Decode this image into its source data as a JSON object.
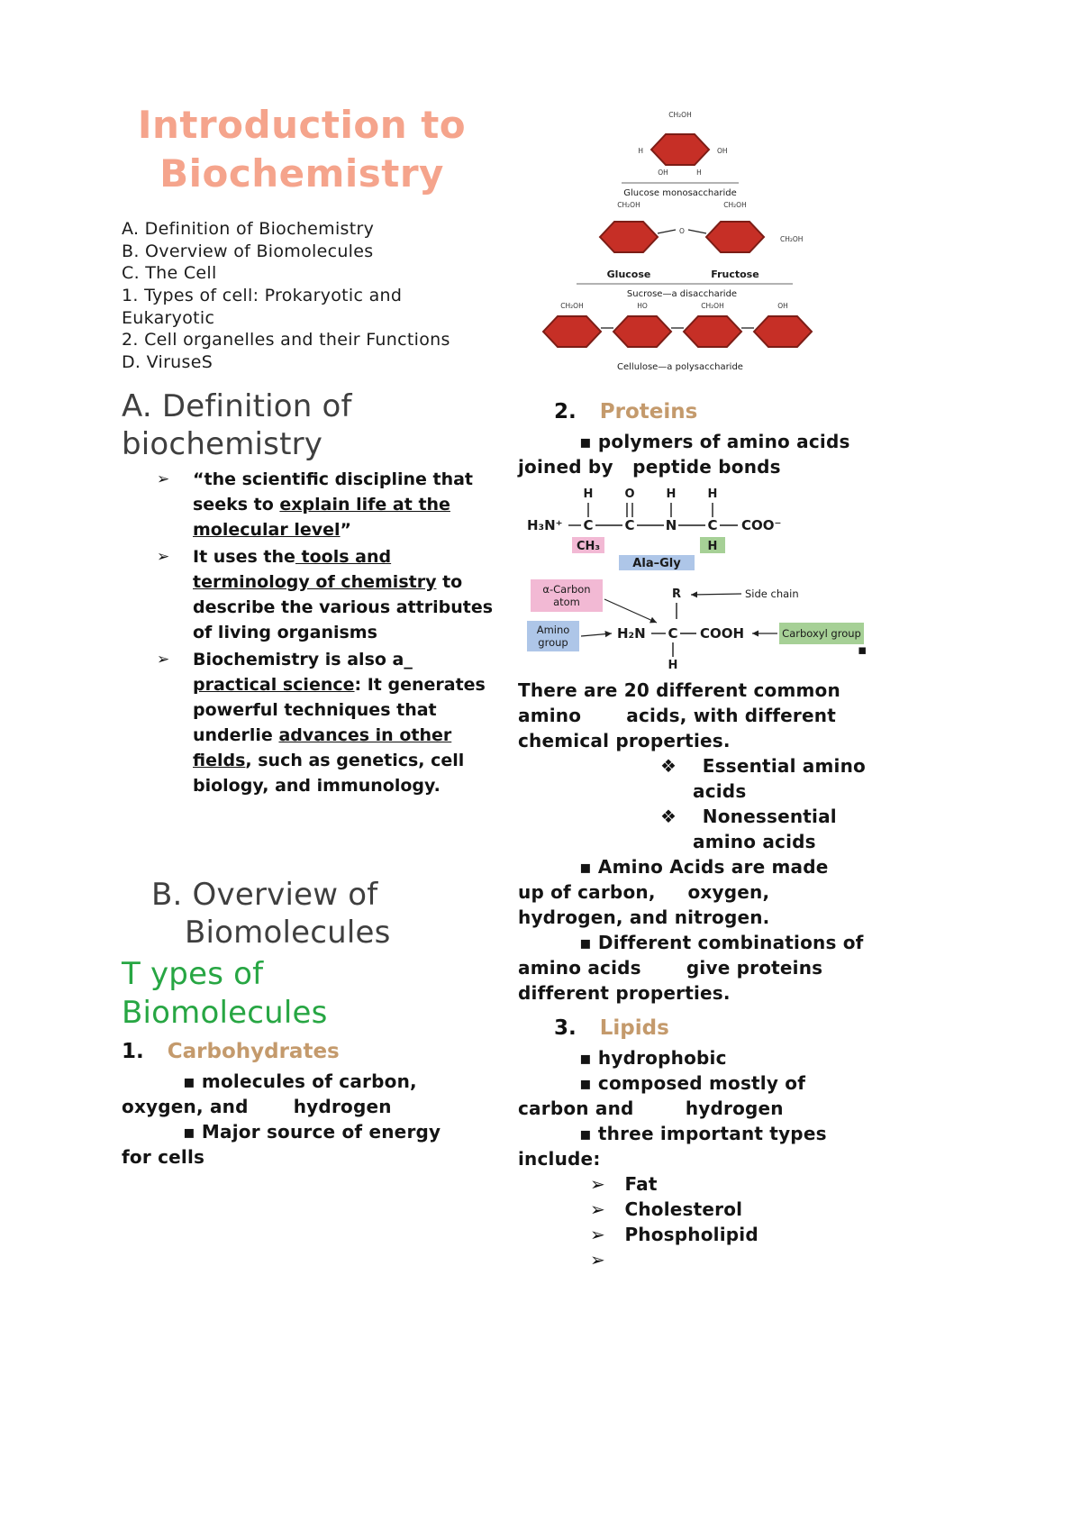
{
  "title": {
    "line1": "Introduction to",
    "line2": "Biochemistry"
  },
  "outline": {
    "items": [
      "A. Definition of Biochemistry",
      "B. Overview of Biomolecules",
      "C. The Cell",
      "1. Types of cell: Prokaryotic and Eukaryotic",
      "2. Cell organelles and their Functions",
      "D. ViruseS"
    ]
  },
  "section_a": {
    "heading": "A. Definition of biochemistry",
    "bullets": [
      {
        "marker": "➢",
        "segments": [
          {
            "t": "“the scientific discipline that seeks to "
          },
          {
            "t": "explain life at the molecular level",
            "u": true
          },
          {
            "t": "”"
          }
        ]
      },
      {
        "marker": "➢",
        "segments": [
          {
            "t": "It uses the"
          },
          {
            "t": " tools and terminology of chemistry",
            "u": true
          },
          {
            "t": " to describe the various attributes of living organisms"
          }
        ]
      },
      {
        "marker": "➢",
        "segments": [
          {
            "t": "Biochemistry is also a_ "
          },
          {
            "t": "practical science",
            "u": true
          },
          {
            "t": ": It generates powerful techniques that underlie "
          },
          {
            "t": "advances in other fields",
            "u": true
          },
          {
            "t": ", such as genetics, cell biology, and immunology."
          }
        ]
      }
    ]
  },
  "section_b": {
    "heading_line1": "B. Overview of",
    "heading_line2": "Biomolecules",
    "types_line1": "T ypes of",
    "types_line2": "Biomolecules"
  },
  "carbohydrates": {
    "number": "1.",
    "title": "Carbohydrates",
    "lines": [
      {
        "t": "▪ molecules of carbon,",
        "c": "i1"
      },
      {
        "t": "oxygen, and       hydrogen"
      },
      {
        "t": "▪ Major source of energy",
        "c": "i1"
      },
      {
        "t": "for cells"
      }
    ]
  },
  "proteins": {
    "number": "2.",
    "title": "Proteins",
    "intro_lines": [
      {
        "t": "▪ polymers of amino acids",
        "c": "i1"
      },
      {
        "t": "joined by   peptide bonds"
      }
    ],
    "stray_bullet": "▪",
    "body_lines": [
      {
        "t": "There are 20 different common"
      },
      {
        "t": "amino       acids, with different"
      },
      {
        "t": "chemical properties."
      },
      {
        "t": "❖    Essential amino",
        "c": "i3"
      },
      {
        "t": "acids",
        "c": "i4"
      },
      {
        "t": "❖    Nonessential",
        "c": "i3"
      },
      {
        "t": "amino acids",
        "c": "i4"
      },
      {
        "t": "▪ Amino Acids are made",
        "c": "i1"
      },
      {
        "t": "up of carbon,     oxygen,",
        "c": ""
      },
      {
        "t": "hydrogen, and nitrogen."
      },
      {
        "t": "▪ Different combinations of",
        "c": "i1"
      },
      {
        "t": "amino acids       give proteins"
      },
      {
        "t": "different properties."
      }
    ]
  },
  "lipids": {
    "number": "3.",
    "title": "Lipids",
    "lines": [
      {
        "t": "▪ hydrophobic",
        "c": "i1"
      },
      {
        "t": "▪ composed mostly of",
        "c": "i1"
      },
      {
        "t": "carbon and        hydrogen"
      },
      {
        "t": "▪ three important types",
        "c": "i1"
      },
      {
        "t": "include:"
      },
      {
        "t": "➢   Fat",
        "c": "i2"
      },
      {
        "t": "➢   Cholesterol",
        "c": "i2"
      },
      {
        "t": "➢   Phospholipid",
        "c": "i2"
      },
      {
        "t": "➢",
        "c": "i2"
      }
    ]
  },
  "figures": {
    "carbohydrate": {
      "ch2oh": "CH₂OH",
      "h": "H",
      "oh": "OH",
      "ho": "HO",
      "o": "O",
      "mono_caption": "Glucose monosaccharide",
      "glucose": "Glucose",
      "fructose": "Fructose",
      "di_caption": "Sucrose—a disaccharide",
      "poly_caption": "Cellulose—a polysaccharide"
    },
    "ala_gly": {
      "h3n": "H₃N⁺",
      "c": "C",
      "n": "N",
      "o": "O",
      "h": "H",
      "coo": "COO⁻",
      "ch3": "CH₃",
      "label": "Ala–Gly"
    },
    "alpha_carbon": {
      "alpha_line1": "α-Carbon",
      "alpha_line2": "atom",
      "r": "R",
      "side_chain": "Side chain",
      "amino_line1": "Amino",
      "amino_line2": "group",
      "h2n": "H₂N",
      "c": "C",
      "cooh": "COOH",
      "carboxyl": "Carboxyl group",
      "h": "H"
    }
  },
  "colors": {
    "title_salmon": "#f5a48c",
    "topic_tan": "#c49a6c",
    "heading_gray": "#3f3f3f",
    "heading_green": "#27a643",
    "ring_red": "#c62f26",
    "box_pink": "#f2b9d4",
    "box_blue": "#aec6e8",
    "box_green": "#a6d096"
  }
}
